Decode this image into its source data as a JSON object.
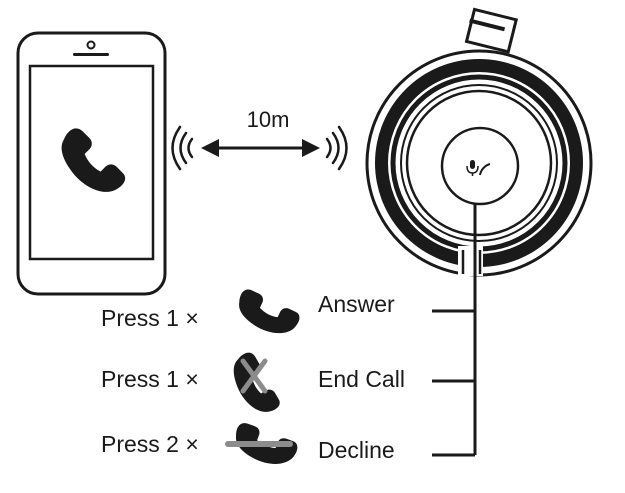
{
  "range": {
    "label": "10m"
  },
  "actions": [
    {
      "press": "Press 1 ×",
      "result": "Answer",
      "icon": "handset-icon"
    },
    {
      "press": "Press 1 ×",
      "result": "End Call",
      "icon": "handset-crossed-icon"
    },
    {
      "press": "Press 2 ×",
      "result": "Decline",
      "icon": "handset-struck-icon"
    }
  ],
  "colors": {
    "ink": "#1a1a1a",
    "strike": "#8c8c8c",
    "background": "#ffffff"
  },
  "icons": {
    "phone": "smartphone-icon",
    "call": "phone-handset-icon",
    "signal_left": "signal-waves-left-icon",
    "signal_right": "signal-waves-right-icon",
    "range_arrow": "double-arrow-icon",
    "headphone": "headphone-earcup-icon",
    "headphone_button": "microphone-button-icon"
  }
}
